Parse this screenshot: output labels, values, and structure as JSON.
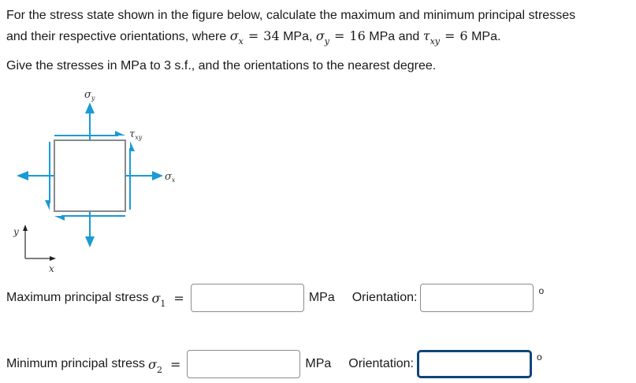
{
  "question": {
    "line1": "For the stress state shown in the figure below, calculate the maximum and minimum principal stresses",
    "line2_prefix": "and their respective orientations, where ",
    "sigma_x": {
      "symbol": "σ",
      "subscript": "x",
      "value": "34",
      "unit": "MPa,"
    },
    "sigma_y": {
      "symbol": "σ",
      "subscript": "y",
      "value": "16",
      "unit": "MPa and"
    },
    "tau_xy": {
      "symbol": "τ",
      "subscript": "xy",
      "value": "6",
      "unit": "MPa."
    },
    "equals": "=",
    "instruction": "Give the stresses in MPa to 3 s.f., and the orientations to the nearest degree."
  },
  "figure": {
    "labels": {
      "sigma_y": "σ",
      "sigma_y_sub": "y",
      "tau_xy": "τ",
      "tau_xy_sub": "xy",
      "sigma_x": "σ",
      "sigma_x_sub": "x",
      "axis_y": "y",
      "axis_x": "x"
    },
    "colors": {
      "arrow": "#1a9ad6",
      "element": "#8a8a8a",
      "axis": "#555555"
    }
  },
  "answers": [
    {
      "label": "Maximum principal stress ",
      "symbol": "σ",
      "subscript": "1",
      "equals": "=",
      "stress_value": "",
      "unit": "MPa",
      "orientation_label": "Orientation:",
      "orientation_value": "",
      "degree_symbol": "o",
      "orientation_focused": false
    },
    {
      "label": "Minimum principal stress ",
      "symbol": "σ",
      "subscript": "2",
      "equals": "=",
      "stress_value": "",
      "unit": "MPa",
      "orientation_label": "Orientation:",
      "orientation_value": "",
      "degree_symbol": "o",
      "orientation_focused": true
    }
  ],
  "colors": {
    "text": "#1a1a1a",
    "input_border": "#8c8c8c",
    "focus_border": "#10457a"
  }
}
